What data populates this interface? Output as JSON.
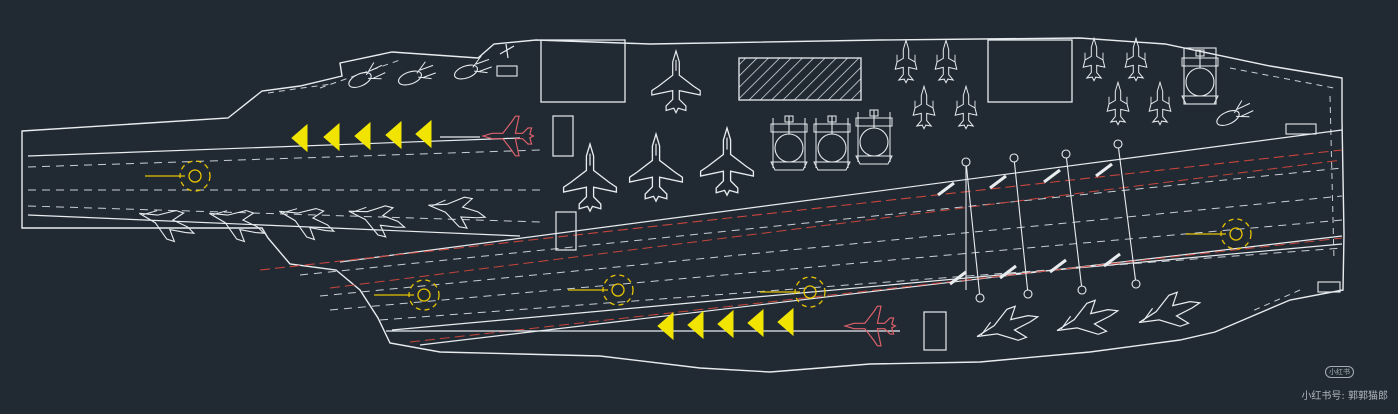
{
  "colors": {
    "background": "#212a33",
    "line": "#e8ecef",
    "dashed_line": "#c9ced4",
    "arrow_fill": "#f0e400",
    "marker_ring": "#e6c200",
    "center_line": "#c8453c",
    "highlight_jet": "#e0606a"
  },
  "icons": {
    "chevron": "launch-direction-chevron",
    "marker": "landing-spot-ring",
    "jet": "fighter-jet-silhouette",
    "helicopter": "helicopter-silhouette",
    "hatch": "hatched-elevator"
  },
  "watermark": {
    "text": "小红书号: 郭郭猫郎"
  }
}
